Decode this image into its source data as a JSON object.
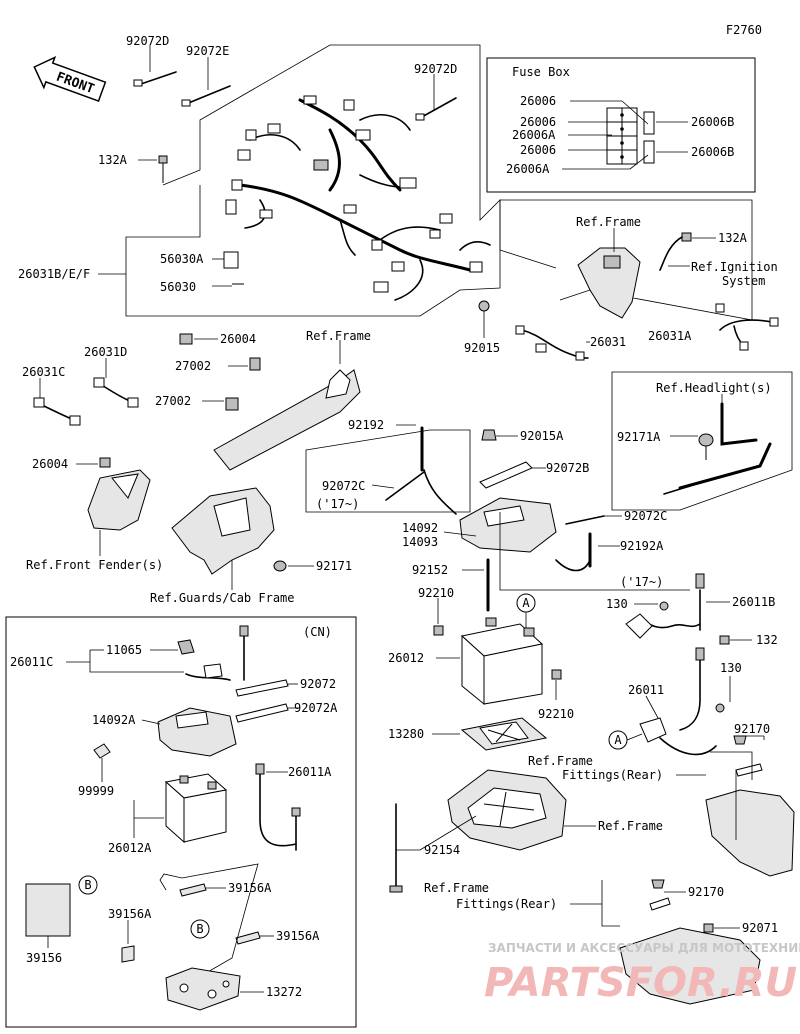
{
  "diagram": {
    "code": "F2760",
    "front_label": "FRONT",
    "fuse_box": {
      "title": "Fuse Box",
      "left_labels": [
        "26006",
        "26006",
        "26006A",
        "26006",
        "26006A"
      ],
      "right_labels": [
        "26006B",
        "26006B"
      ]
    },
    "labels": {
      "l92072D_a": "92072D",
      "l92072E": "92072E",
      "l92072D_b": "92072D",
      "l132A_a": "132A",
      "l56030A": "56030A",
      "l26031BEF": "26031B/E/F",
      "l56030": "56030",
      "l26004_a": "26004",
      "l27002_a": "27002",
      "l27002_b": "27002",
      "refFrame_a": "Ref.Frame",
      "refFrame_b": "Ref.Frame",
      "l132A_b": "132A",
      "refIgnition_1": "Ref.Ignition",
      "refIgnition_2": "System",
      "l26031": "26031",
      "l26031A": "26031A",
      "l92015": "92015",
      "l26031D": "26031D",
      "l26031C": "26031C",
      "l26004_b": "26004",
      "refFrontFender": "Ref.Front Fender(s)",
      "l92171": "92171",
      "refGuards": "Ref.Guards/Cab Frame",
      "refHeadlight": "Ref.Headlight(s)",
      "l92171A": "92171A",
      "l92015A": "92015A",
      "l92192": "92192",
      "l92072B": "92072B",
      "l92072C_a": "92072C",
      "y17_a": "('17~)",
      "l14092": "14092",
      "l14093": "14093",
      "l92072C_b": "92072C",
      "l92192A": "92192A",
      "y17_b": "('17~)",
      "l92152": "92152",
      "l92210_a": "92210",
      "circleA_a": "A",
      "l26012": "26012",
      "l92210_b": "92210",
      "l130_a": "130",
      "l26011B": "26011B",
      "l132": "132",
      "l130_b": "130",
      "l26011": "26011",
      "circleA_b": "A",
      "l92170_a": "92170",
      "refFrame_c": "Ref.Frame",
      "fittingsRear_a": "Fittings(Rear)",
      "l13280": "13280",
      "refFrame_d": "Ref.Frame",
      "l92154": "92154",
      "refFrame_e": "Ref.Frame",
      "fittingsRear_b": "Fittings(Rear)",
      "l92170_b": "92170",
      "l92071": "92071"
    },
    "cn": {
      "title": "(CN)",
      "l26011C": "26011C",
      "l11065": "11065",
      "l92072": "92072",
      "l92072A": "92072A",
      "l14092A": "14092A",
      "l26011A": "26011A",
      "l99999": "99999",
      "l26012A": "26012A",
      "circleB_a": "B",
      "l39156A_a": "39156A",
      "l39156A_b": "39156A",
      "circleB_b": "B",
      "l39156A_c": "39156A",
      "l39156": "39156",
      "l13272": "13272"
    },
    "watermark": {
      "line1": "ЗАПЧАСТИ И АКСЕССУАРЫ ДЛЯ МОТОТЕХНИКИ",
      "line2": "PARTSFOR.RU"
    }
  }
}
